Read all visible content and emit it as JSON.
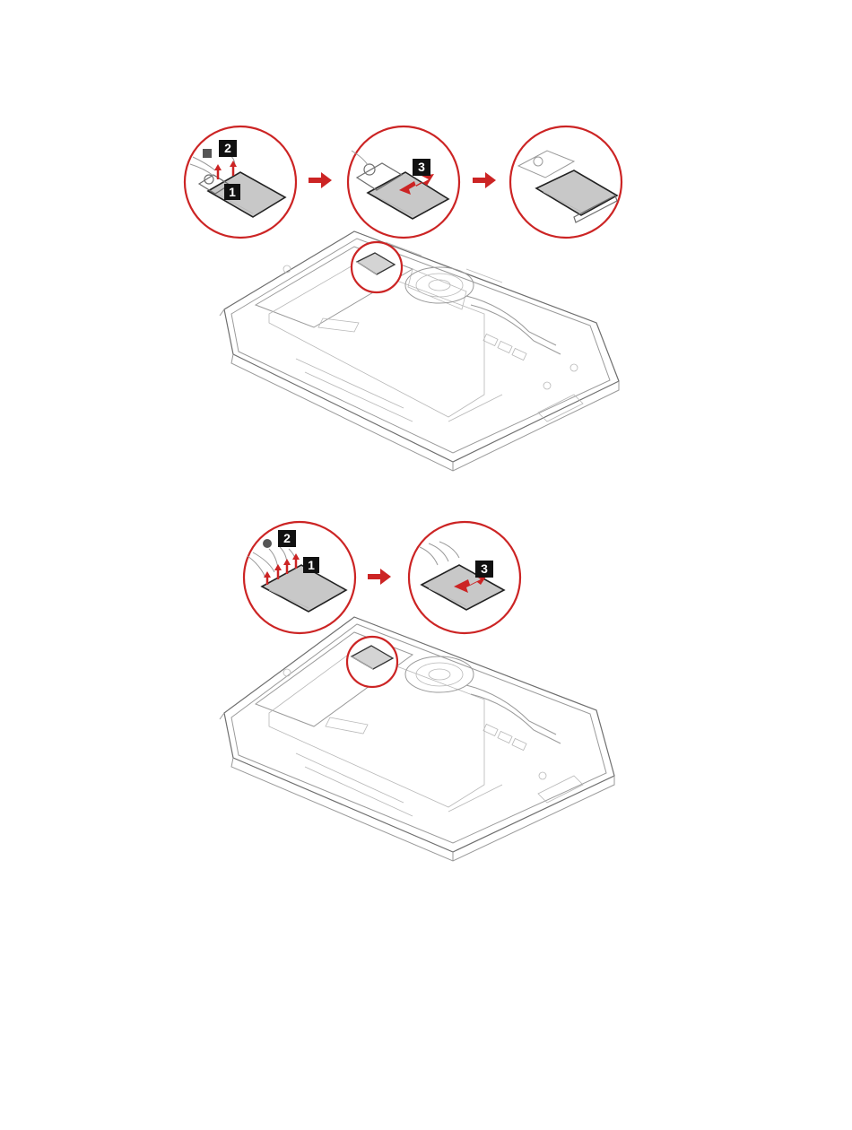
{
  "colors": {
    "accent": "#cc2424",
    "badge": "#111111"
  },
  "figure_top": {
    "callouts": [
      {
        "number": "2"
      },
      {
        "number": "1"
      },
      {
        "number": "3"
      }
    ],
    "icons": [
      "red-arrow-icon",
      "red-arrow-icon"
    ]
  },
  "figure_bottom": {
    "callouts": [
      {
        "number": "2"
      },
      {
        "number": "1"
      },
      {
        "number": "3"
      }
    ],
    "icons": [
      "red-arrow-icon"
    ]
  }
}
